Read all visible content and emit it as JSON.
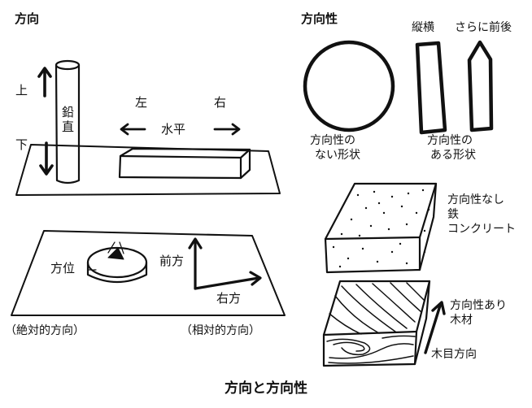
{
  "headings": {
    "direction": "方向",
    "directionality": "方向性",
    "caption": "方向と方向性"
  },
  "left_top": {
    "up": "上",
    "down": "下",
    "vertical_1": "鉛",
    "vertical_2": "直",
    "left": "左",
    "right": "右",
    "horizontal": "水平"
  },
  "left_bottom": {
    "bearing": "方位",
    "forward": "前方",
    "right_side": "右方",
    "absolute": "（絶対的方向）",
    "relative": "（相対的方向）"
  },
  "right_top": {
    "col_header_1": "縦横",
    "col_header_2": "さらに前後",
    "no_dir_1": "方向性の",
    "no_dir_2": "ない形状",
    "has_dir_1": "方向性の",
    "has_dir_2": "ある形状"
  },
  "right_bottom": {
    "iron_1": "方向性なし",
    "iron_2": "鉄",
    "iron_3": "コンクリート",
    "wood_1": "方向性あり",
    "wood_2": "木材",
    "grain": "木目方向"
  },
  "colors": {
    "ink": "#111111",
    "background": "#ffffff"
  }
}
